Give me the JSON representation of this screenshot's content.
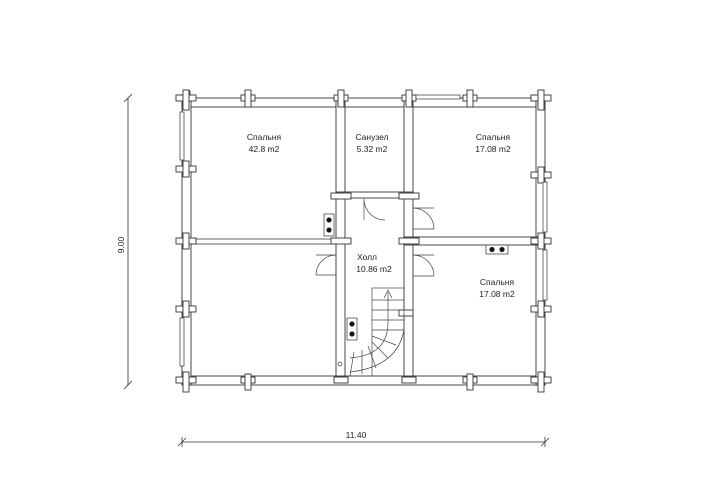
{
  "rooms": [
    {
      "name": "Спальня",
      "area": "42.8 m2"
    },
    {
      "name": "Санузел",
      "area": "5.32 m2"
    },
    {
      "name": "Спальня",
      "area": "17.08 m2"
    },
    {
      "name": "Холл",
      "area": "10.86 m2"
    },
    {
      "name": "Спальня",
      "area": "17.08 m2"
    }
  ],
  "dimensions": {
    "width": "11.40",
    "height": "9.00"
  }
}
